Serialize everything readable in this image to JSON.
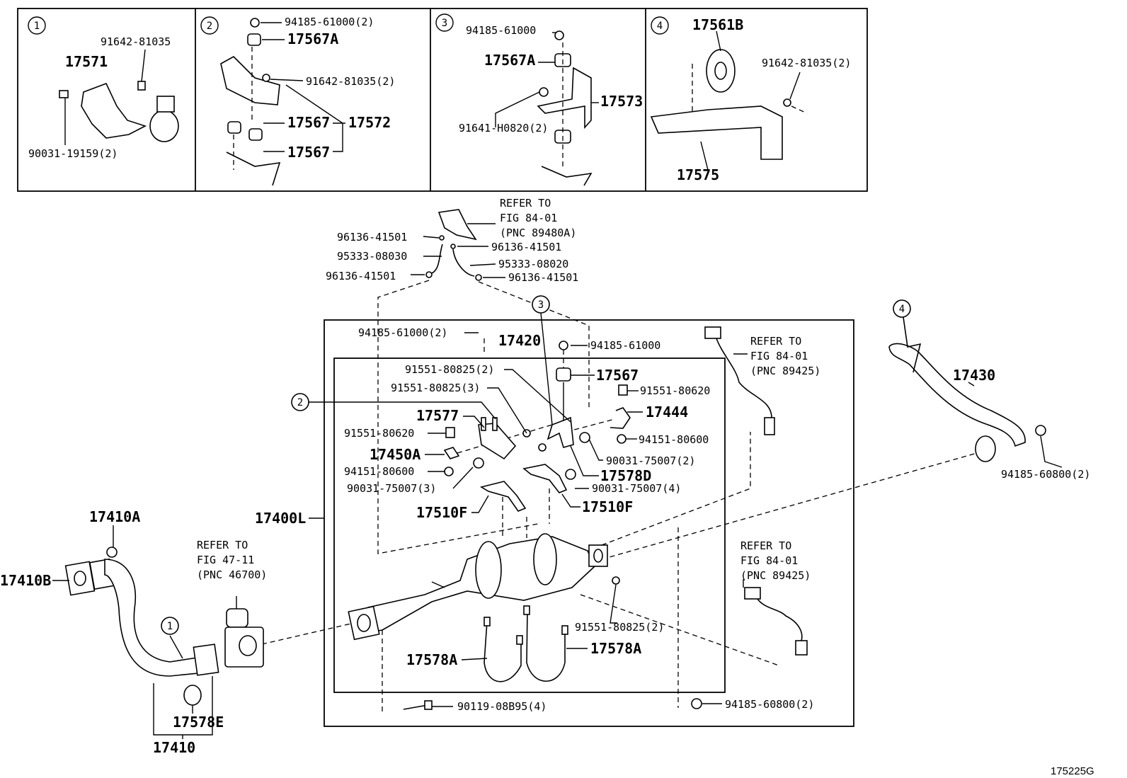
{
  "figure_code": "175225G",
  "insets": [
    {
      "number": "1",
      "labels": [
        "17571",
        "91642-81035",
        "90031-19159(2)"
      ]
    },
    {
      "number": "2",
      "labels": [
        "94185-61000(2)",
        "17567A",
        "91642-81035(2)",
        "17567",
        "17572",
        "17567"
      ]
    },
    {
      "number": "3",
      "labels": [
        "94185-61000",
        "17567A",
        "17573",
        "91641-H0820(2)"
      ]
    },
    {
      "number": "4",
      "labels": [
        "17561B",
        "91642-81035(2)",
        "17575"
      ]
    }
  ],
  "callouts": {
    "c1": "1",
    "c2": "2",
    "c3": "3",
    "c4": "4"
  },
  "refs": {
    "top": {
      "line1": "REFER TO",
      "line2": "FIG 84-01",
      "line3": "(PNC 89480A)"
    },
    "right_upper": {
      "line1": "REFER TO",
      "line2": "FIG 84-01",
      "line3": "(PNC 89425)"
    },
    "right_lower": {
      "line1": "REFER TO",
      "line2": "FIG 84-01",
      "line3": "(PNC 89425)"
    },
    "left": {
      "line1": "REFER TO",
      "line2": "FIG 47-11",
      "line3": "(PNC 46700)"
    }
  },
  "parts": {
    "p96136a": "96136-41501",
    "p95333a": "95333-08030",
    "p96136b": "96136-41501",
    "p96136c": "96136-41501",
    "p95333b": "95333-08020",
    "p96136d": "96136-41501",
    "p94185_61000_2": "94185-61000(2)",
    "p17420": "17420",
    "p94185_61000": "94185-61000",
    "p91551_2": "91551-80825(2)",
    "p17567": "17567",
    "p91551_3": "91551-80825(3)",
    "p91551_80620a": "91551-80620",
    "p17577": "17577",
    "p17444": "17444",
    "p91551_80620b": "91551-80620",
    "p94151a": "94151-80600",
    "p17450A": "17450A",
    "p90031_2": "90031-75007(2)",
    "p94151b": "94151-80600",
    "p17578D": "17578D",
    "p90031_3": "90031-75007(3)",
    "p90031_4": "90031-75007(4)",
    "p17510F_a": "17510F",
    "p17510F_b": "17510F",
    "p17400L": "17400L",
    "p17410A": "17410A",
    "p17410B": "17410B",
    "p91551_lower": "91551-80825(2)",
    "p17578A_a": "17578A",
    "p17578A_b": "17578A",
    "p90119": "90119-08B95(4)",
    "p94185_60800_a": "94185-60800(2)",
    "p17578E": "17578E",
    "p17410": "17410",
    "p17430": "17430",
    "p94185_60800_b": "94185-60800(2)"
  }
}
